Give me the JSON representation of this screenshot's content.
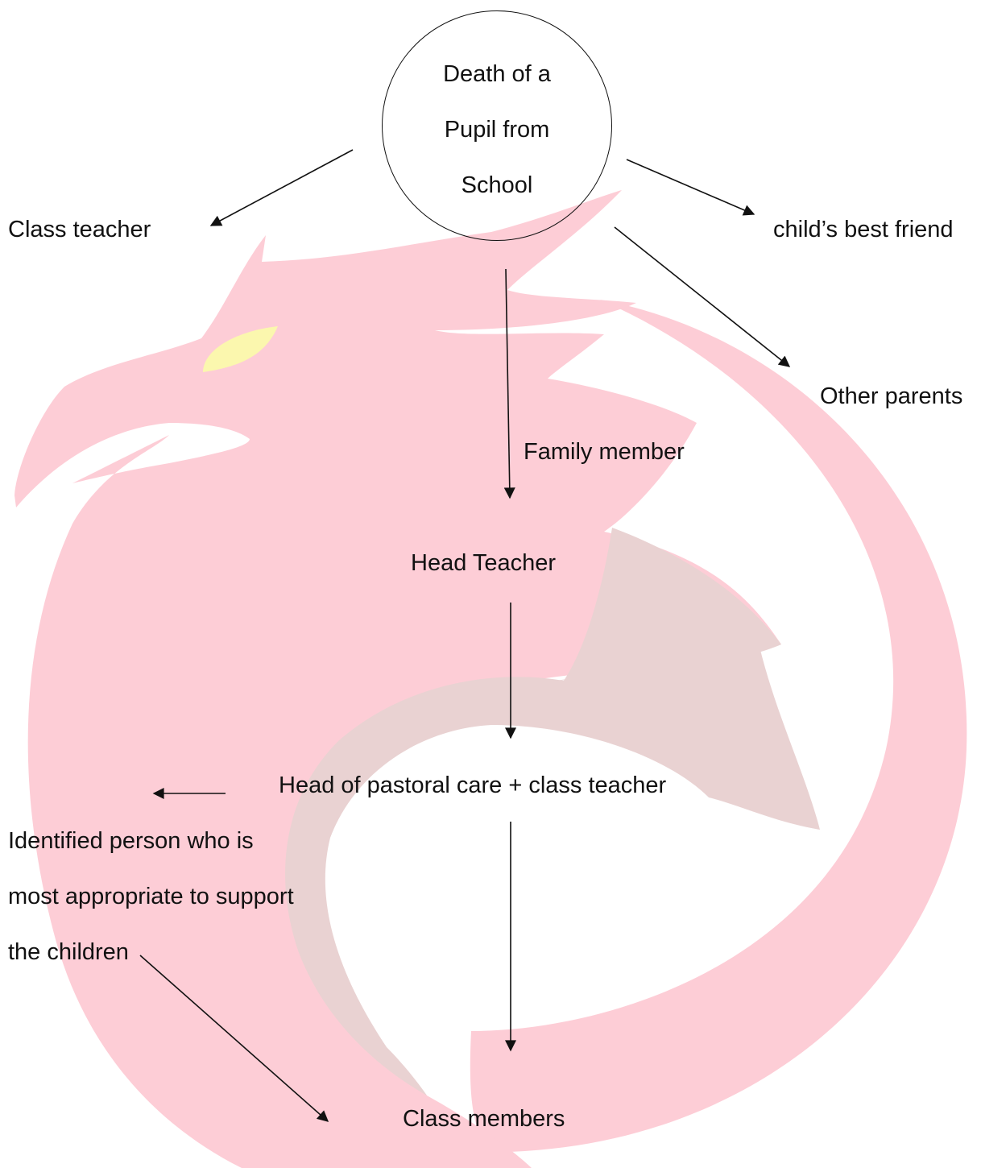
{
  "colors": {
    "watermark_main": "#fdcdd6",
    "watermark_shadow": "#e9d2d2",
    "watermark_eye": "#fbf7ae",
    "line": "#111111"
  },
  "watermark": {
    "subject": "griffin-head-emblem-icon"
  },
  "nodes": {
    "death": {
      "lines": [
        "Death of a",
        "Pupil from",
        "School"
      ]
    },
    "class_teacher": "Class teacher",
    "best_friend": "child’s best friend",
    "other_parents": "Other parents",
    "family_member": "Family member",
    "head_teacher": "Head Teacher",
    "pastoral_care": "Head of pastoral care + class teacher",
    "support_person": {
      "lines": [
        "Identified person who is",
        "most appropriate to support",
        "the children"
      ]
    },
    "class_members": "Class members"
  }
}
